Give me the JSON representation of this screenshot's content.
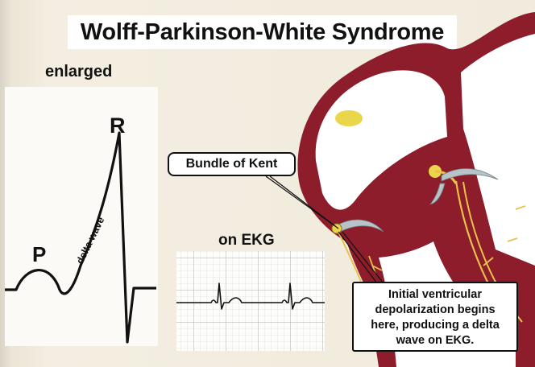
{
  "title": "Wolff-Parkinson-White Syndrome",
  "enlarged_label": "enlarged",
  "ecg_labels": {
    "p": "P",
    "r": "R",
    "delta_wave": "delta wave"
  },
  "on_ekg_label": "on EKG",
  "callouts": {
    "bundle_of_kent": "Bundle of Kent",
    "initial_depolarization": [
      "Initial ventricular",
      "depolarization begins",
      "here, producing a delta",
      "wave on EKG."
    ]
  },
  "colors": {
    "heart_wall": "#8e1d2c",
    "heart_interior": "#ffffff",
    "node_yellow": "#e9d64a",
    "conduction_fibers": "#e7c34a",
    "valve_gray": "#b7c3c7",
    "ekg_grid": "#b5b5b5",
    "tracing": "#111111"
  }
}
